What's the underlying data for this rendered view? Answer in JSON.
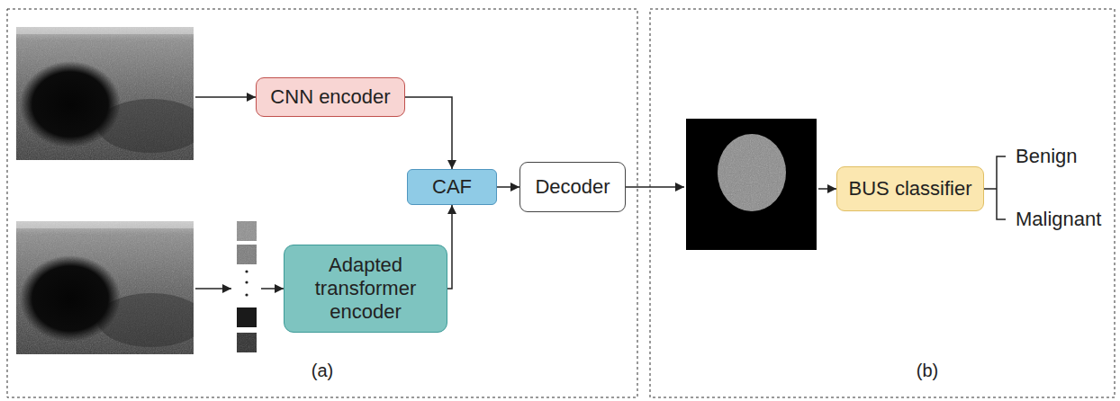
{
  "diagram": {
    "nodes": [
      {
        "text": [
          "CNN encoder"
        ]
      },
      {
        "text": [
          "Adapted transformer encoder"
        ]
      },
      {
        "text": [
          "CAF"
        ]
      },
      {
        "text": [
          "Decoder"
        ]
      },
      {
        "text": [
          "BUS classifier"
        ]
      }
    ],
    "edges": [
      {
        "from": 0,
        "to": 2,
        "arrow": "to"
      },
      {
        "from": 1,
        "to": 2,
        "arrow": "to"
      },
      {
        "from": 2,
        "to": 3,
        "arrow": "to"
      }
    ],
    "labels": [
      "Benign",
      "Malignant",
      "(a)",
      "(b)"
    ]
  }
}
